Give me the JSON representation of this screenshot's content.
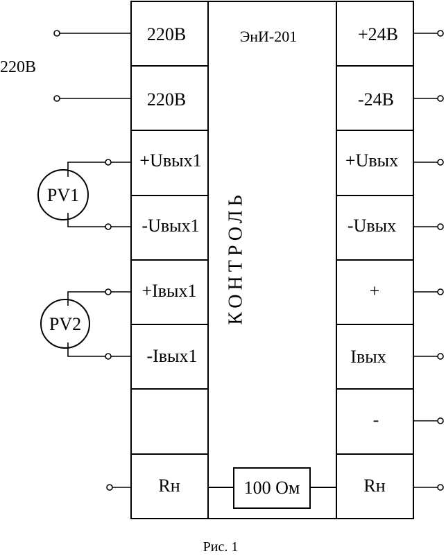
{
  "device": {
    "model": "ЭнИ-201",
    "control_label": "КОНТРОЛЬ",
    "resistor_label": "100 Ом"
  },
  "left_terminals": [
    "220В",
    "220В",
    "+Uвых1",
    "-Uвых1",
    "+Iвых1",
    "-Iвых1",
    "",
    "Rн"
  ],
  "right_terminals": [
    "+24В",
    "-24В",
    "+Uвых",
    "-Uвых",
    "+",
    "Iвых",
    "-",
    "Rн"
  ],
  "supply_label": "220В",
  "meters": [
    "PV1",
    "PV2"
  ],
  "caption": "Рис. 1"
}
